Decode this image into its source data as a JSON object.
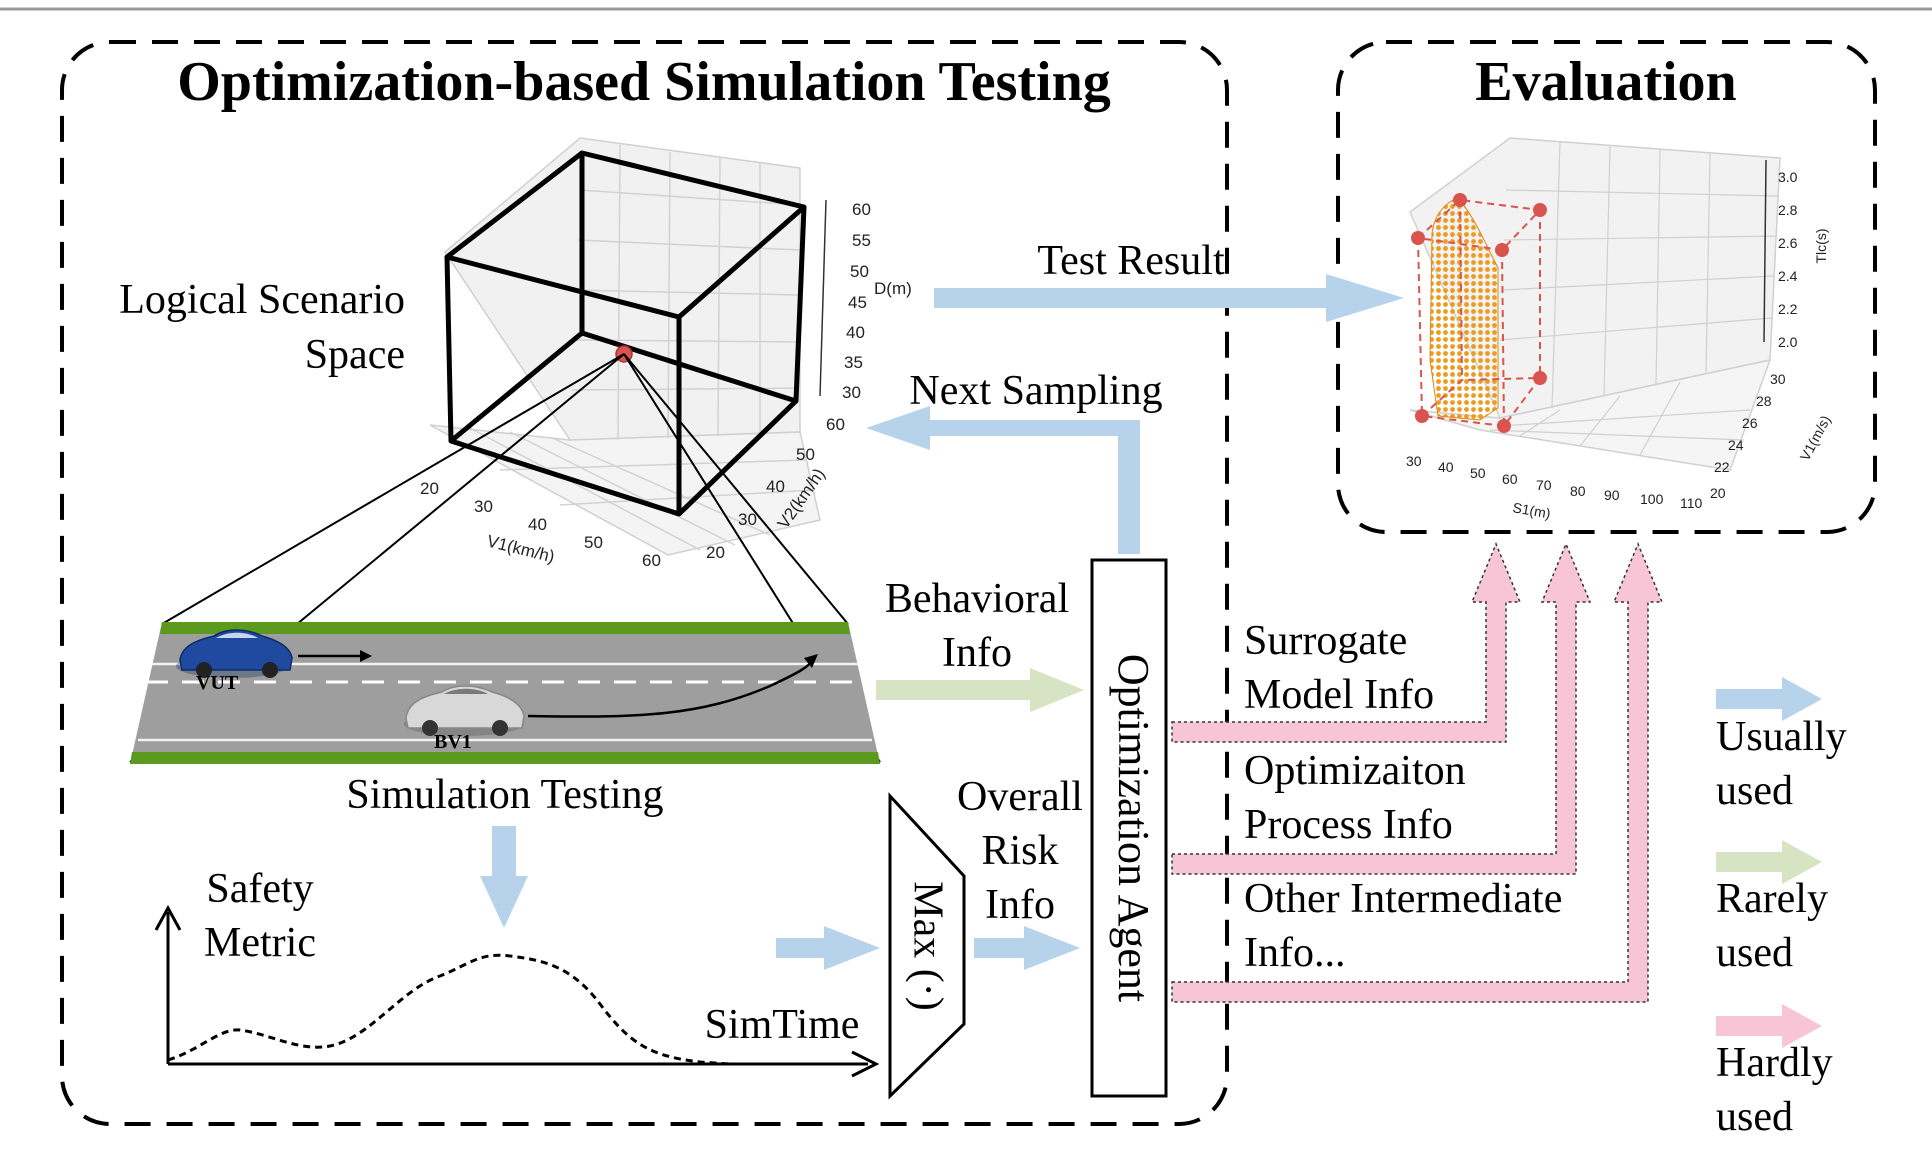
{
  "sections": {
    "left_title": "Optimization-based Simulation Testing",
    "right_title": "Evaluation"
  },
  "labels": {
    "logical_line1": "Logical Scenario",
    "logical_line2": "Space",
    "simulation_testing": "Simulation Testing",
    "safety_line1": "Safety",
    "safety_line2": "Metric",
    "simtime": "SimTime",
    "max_op": "Max (·)",
    "optimization_agent": "Optimization Agent",
    "test_result": "Test Result",
    "next_sampling": "Next Sampling",
    "behavioral_line1": "Behavioral",
    "behavioral_line2": "Info",
    "overall_line1": "Overall",
    "overall_line2": "Risk",
    "overall_line3": "Info",
    "surrogate_line1": "Surrogate",
    "surrogate_line2": "Model Info",
    "process_line1": "Optimizaiton",
    "process_line2": "Process Info",
    "other_line1": "Other Intermediate",
    "other_line2": "Info...",
    "vut": "VUT",
    "bv1": "BV1"
  },
  "legend": [
    {
      "line1": "Usually",
      "line2": "used",
      "color": "#b7d3ec"
    },
    {
      "line1": "Rarely",
      "line2": "used",
      "color": "#d6e4c3"
    },
    {
      "line1": "Hardly",
      "line2": "used",
      "color": "#f8c5d6"
    }
  ],
  "left_cube": {
    "z_label": "D(m)",
    "z_ticks": [
      "60",
      "55",
      "50",
      "45",
      "40",
      "35",
      "30"
    ],
    "x_label": "V1(km/h)",
    "x_ticks": [
      "20",
      "30",
      "40",
      "50",
      "60"
    ],
    "y_label": "V2(km/h)",
    "y_ticks": [
      "20",
      "30",
      "40",
      "50",
      "60"
    ]
  },
  "right_cube": {
    "z_label": "Tlc(s)",
    "z_ticks": [
      "3.0",
      "2.8",
      "2.6",
      "2.4",
      "2.2",
      "2.0"
    ],
    "x_label": "S1(m)",
    "x_ticks": [
      "30",
      "40",
      "50",
      "60",
      "70",
      "80",
      "90",
      "100",
      "110"
    ],
    "y_label": "V1(m/s)",
    "y_ticks": [
      "30",
      "28",
      "26",
      "24",
      "22",
      "20"
    ]
  },
  "colors": {
    "usually": "#b7d3ec",
    "rarely": "#d6e4c3",
    "hardly": "#f8c5d6",
    "sample_point": "#d9534f",
    "cloud": "#f0a020",
    "grass": "#5b9a1e",
    "road": "#9e9e9e"
  }
}
